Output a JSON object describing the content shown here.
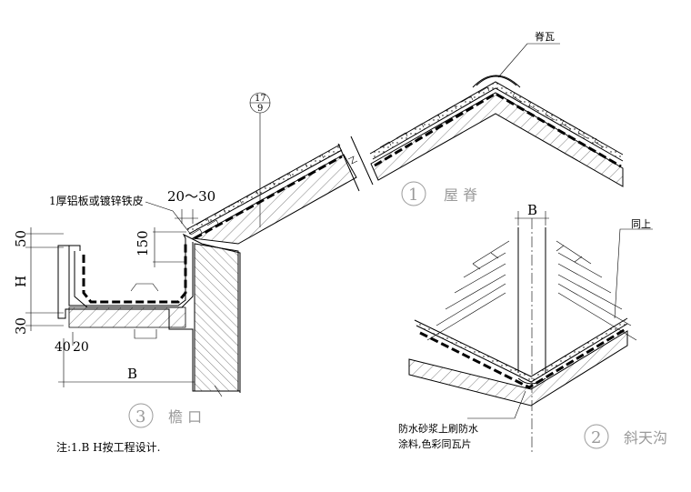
{
  "labels": {
    "ridge_tile": "脊瓦",
    "detail_ref_top": "17",
    "detail_ref_bottom": "9",
    "same_above": "同上",
    "gutter_sheet": "1厚铝板或镀锌铁皮",
    "dim_20_30": "20～30",
    "dim_150": "150",
    "dim_50": "50",
    "dim_H": "H",
    "dim_30": "30",
    "dim_40": "40",
    "dim_20": "20",
    "dim_B_eave": "B",
    "dim_B_valley": "B",
    "waterproof_line1": "防水砂浆上刷防水",
    "waterproof_line2": "涂料,色彩同瓦片"
  },
  "details": [
    {
      "number": "1",
      "title": "屋 脊"
    },
    {
      "number": "2",
      "title": "斜天沟"
    },
    {
      "number": "3",
      "title": "檐 口"
    }
  ],
  "note": "注:1.B H按工程设计."
}
